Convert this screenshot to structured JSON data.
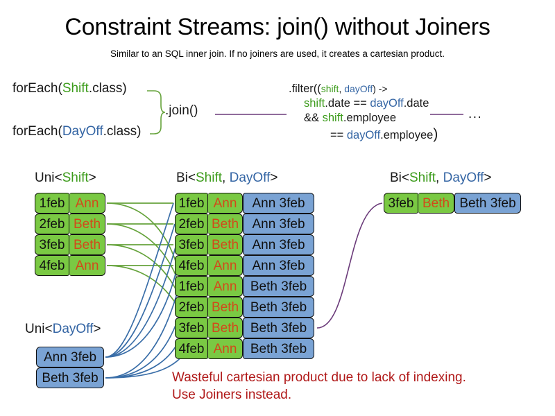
{
  "slide": {
    "title": "Constraint Streams: join() without Joiners",
    "subtitle": "Similar to an SQL inner join. If no joiners are used, it creates a cartesian product.",
    "warning_line1": "Wasteful cartesian product due to lack of indexing.",
    "warning_line2": "Use Joiners instead.",
    "ellipsis": "..."
  },
  "colors": {
    "shift_green": "#7ac943",
    "dayoff_blue": "#7aa3d4",
    "name_orange": "#d2491a",
    "type_green": "#3d9c1c",
    "type_blue": "#3465a4",
    "warning_red": "#b01818",
    "edge_green": "#66a33c",
    "edge_blue": "#3a6ea8",
    "edge_purple": "#6b3b7a"
  },
  "code": {
    "forEach_shift": {
      "prefix": "forEach(",
      "type": "Shift",
      "suffix": ".class)"
    },
    "forEach_dayoff": {
      "prefix": "forEach(",
      "type": "DayOff",
      "suffix": ".class)"
    },
    "join": ".join()",
    "filter": {
      "line1": {
        "a": ".filter((",
        "shift": "shift",
        "comma": ", ",
        "dayoff": "dayOff",
        "b": ") ->"
      },
      "line2": {
        "shift": "shift",
        "a": ".date == ",
        "dayoff": "dayOff",
        "b": ".date"
      },
      "line3": {
        "a": "&& ",
        "shift": "shift",
        "b": ".employee"
      },
      "line4": {
        "a": "== ",
        "dayoff": "dayOff",
        "b": ".employee",
        "paren": ")"
      }
    }
  },
  "headers": {
    "uni_shift": {
      "prefix": "Uni<",
      "type": "Shift",
      "suffix": ">"
    },
    "bi_middle": {
      "prefix": "Bi<",
      "type1": "Shift",
      "comma": ", ",
      "type2": "DayOff",
      "suffix": ">"
    },
    "bi_right": {
      "prefix": "Bi<",
      "type1": "Shift",
      "comma": ", ",
      "type2": "DayOff",
      "suffix": ">"
    },
    "uni_dayoff": {
      "prefix": "Uni<",
      "type": "DayOff",
      "suffix": ">"
    }
  },
  "uni_shift_rows": [
    {
      "date": "1feb",
      "name": "Ann"
    },
    {
      "date": "2feb",
      "name": "Beth"
    },
    {
      "date": "3feb",
      "name": "Beth"
    },
    {
      "date": "4feb",
      "name": "Ann"
    }
  ],
  "uni_dayoff_rows": [
    {
      "label": "Ann 3feb"
    },
    {
      "label": "Beth 3feb"
    }
  ],
  "bi_middle_rows": [
    {
      "date": "1feb",
      "name": "Ann",
      "dayoff": "Ann 3feb"
    },
    {
      "date": "2feb",
      "name": "Beth",
      "dayoff": "Ann 3feb"
    },
    {
      "date": "3feb",
      "name": "Beth",
      "dayoff": "Ann 3feb"
    },
    {
      "date": "4feb",
      "name": "Ann",
      "dayoff": "Ann 3feb"
    },
    {
      "date": "1feb",
      "name": "Ann",
      "dayoff": "Beth 3feb"
    },
    {
      "date": "2feb",
      "name": "Beth",
      "dayoff": "Beth 3feb"
    },
    {
      "date": "3feb",
      "name": "Beth",
      "dayoff": "Beth 3feb"
    },
    {
      "date": "4feb",
      "name": "Ann",
      "dayoff": "Beth 3feb"
    }
  ],
  "bi_right_rows": [
    {
      "date": "3feb",
      "name": "Beth",
      "dayoff": "Beth 3feb"
    }
  ]
}
